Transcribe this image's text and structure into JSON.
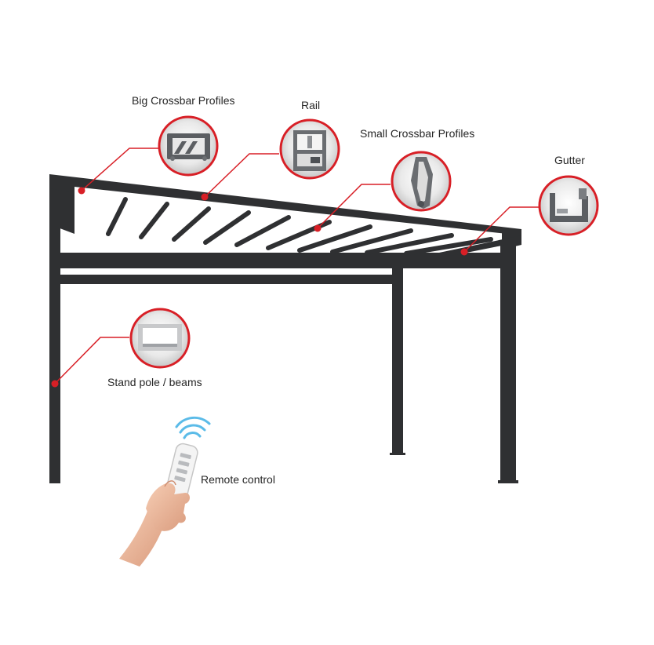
{
  "callouts": {
    "big_crossbar": "Big Crossbar Profiles",
    "rail": "Rail",
    "small_crossbar": "Small Crossbar Profiles",
    "gutter": "Gutter",
    "stand_pole": "Stand pole / beams",
    "remote": "Remote control"
  },
  "colors": {
    "frame": "#2f3032",
    "callout": "#d81f26",
    "profile_metal": "#8a8d91",
    "wifi": "#5bbbe8"
  },
  "icons": {
    "remote": "remote-control-hand-icon",
    "wireless": "wireless-signal-icon"
  }
}
